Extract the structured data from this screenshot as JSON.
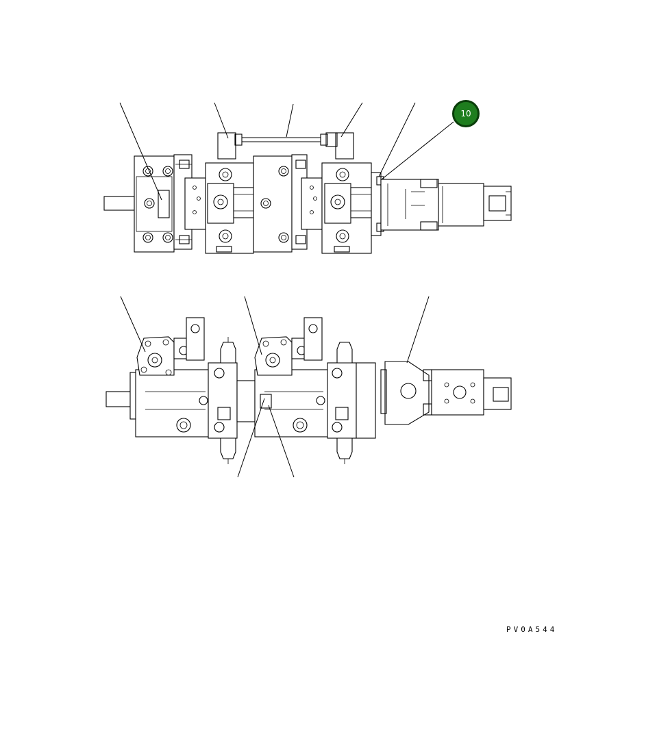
{
  "callout": {
    "label": "10",
    "color": "#1e7d1e",
    "border_color": "#0a3d0a"
  },
  "drawing_code": "PV0A544",
  "icons": [
    "pump-assembly-top-view",
    "pump-assembly-side-view"
  ]
}
